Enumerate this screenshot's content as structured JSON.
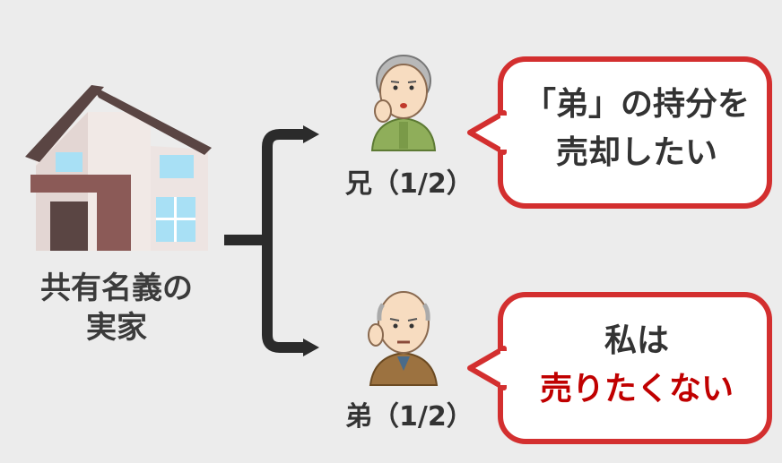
{
  "house": {
    "label_line1": "共有名義の",
    "label_line2": "実家"
  },
  "older_brother": {
    "label": "兄（1/2）",
    "speech_line1": "「弟」の持分を",
    "speech_line2": "売却したい"
  },
  "younger_brother": {
    "label": "弟（1/2）",
    "speech_line1": "私は",
    "speech_line2": "売りたくない"
  },
  "colors": {
    "bubble_border": "#d32f2f",
    "emphasis_text": "#c00000",
    "connector": "#2b2b2b"
  }
}
